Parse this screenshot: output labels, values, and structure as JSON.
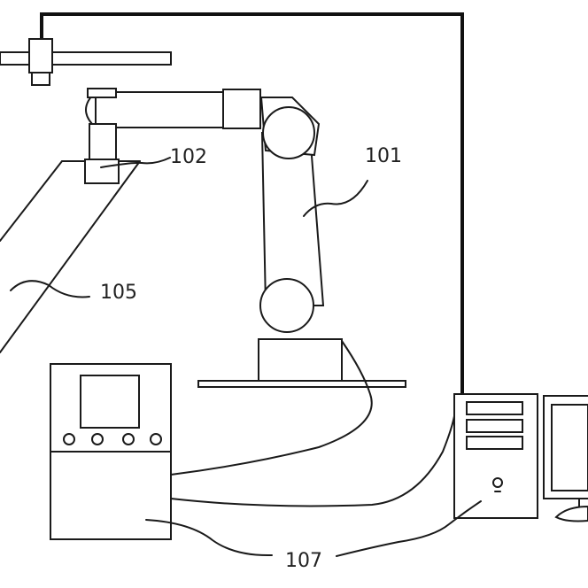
{
  "labels": {
    "robot_arm": "101",
    "end_effector": "102",
    "workpiece_rail": "105",
    "cables": "107"
  }
}
